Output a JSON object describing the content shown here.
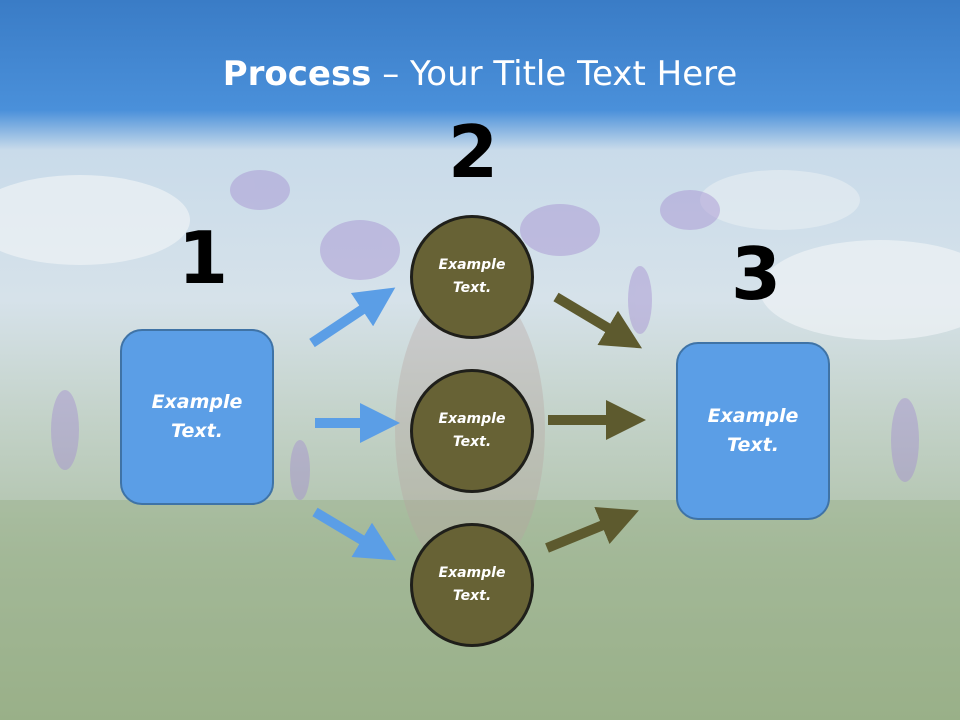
{
  "title": {
    "bold": "Process",
    "rest": " – Your Title Text Here"
  },
  "steps": {
    "one": "1",
    "two": "2",
    "three": "3"
  },
  "left_box": {
    "text": "Example Text."
  },
  "right_box": {
    "text": "Example Text."
  },
  "circles": [
    {
      "text": "Example Text."
    },
    {
      "text": "Example Text."
    },
    {
      "text": "Example Text."
    }
  ],
  "colors": {
    "title_band": "#3a7cc6",
    "box_fill": "#5b9ee6",
    "circle_fill": "#676235",
    "left_arrows": "#5b9ee6",
    "right_arrows": "#5d5a2e"
  }
}
